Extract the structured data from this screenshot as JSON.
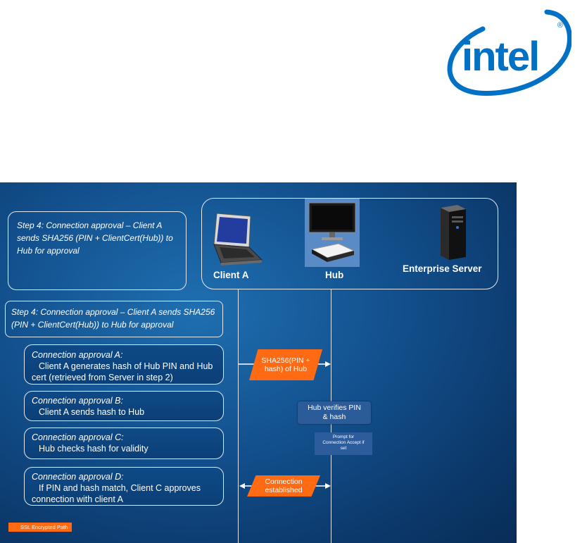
{
  "logo": {
    "text": "intel",
    "mark": "®"
  },
  "diagram": {
    "devices": {
      "client": "Client A",
      "hub": "Hub",
      "server": "Enterprise Server"
    },
    "step_panel_top": "Step 4: Connection approval – Client A sends SHA256 (PIN + ClientCert(Hub)) to Hub for approval",
    "step_panel_bottom": "Step 4: Connection approval – Client A sends SHA256 (PIN + ClientCert(Hub)) to Hub for approval",
    "approvals": [
      {
        "title": "Connection approval A:",
        "body": "Client A generates hash of Hub PIN and Hub cert (retrieved from Server in step 2)"
      },
      {
        "title": "Connection approval B:",
        "body": "Client A sends hash to Hub"
      },
      {
        "title": "Connection approval C:",
        "body": "Hub checks hash for validity"
      },
      {
        "title": "Connection approval D:",
        "body": "If PIN and hash match, Client C approves connection with client A"
      }
    ],
    "messages": {
      "sha": "SHA256(PIN + hash) of Hub",
      "hub_verifies": "Hub verifies PIN & hash",
      "prompt": "Prompt for Connection Accept if set",
      "established": "Connection established"
    },
    "legend": "SSL Encrypted Path"
  },
  "colors": {
    "orange": "#ff6a13",
    "intel_blue": "#0071c5"
  }
}
